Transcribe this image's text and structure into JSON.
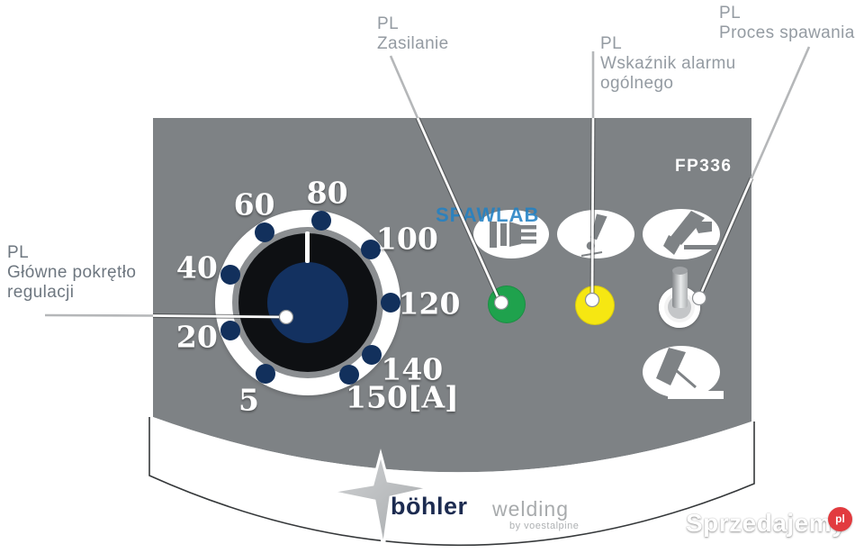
{
  "annotations": {
    "knob": {
      "lang": "PL",
      "line1": "Główne pokrętło",
      "line2": "regulacji"
    },
    "power": {
      "lang": "PL",
      "line1": "Zasilanie",
      "line2": ""
    },
    "alarm": {
      "lang": "PL",
      "line1": "Wskaźnik alarmu",
      "line2": "ogólnego"
    },
    "process": {
      "lang": "PL",
      "line1": "Proces spawania",
      "line2": ""
    }
  },
  "panel": {
    "model": "FP336",
    "watermark": "SPAWLAB",
    "dial": {
      "unit": "A",
      "scale": [
        {
          "value": 5,
          "label": "5",
          "angle": 211
        },
        {
          "value": 20,
          "label": "20",
          "angle": 250
        },
        {
          "value": 40,
          "label": "40",
          "angle": 290
        },
        {
          "value": 60,
          "label": "60",
          "angle": 328.5
        },
        {
          "value": 80,
          "label": "80",
          "angle": 369.5
        },
        {
          "value": 100,
          "label": "100",
          "angle": 410
        },
        {
          "value": 120,
          "label": "120",
          "angle": 450
        },
        {
          "value": 140,
          "label": "140",
          "angle": 489
        },
        {
          "value": 150,
          "label": "150[A]",
          "angle": 510.3
        }
      ]
    },
    "indicators": [
      {
        "name": "power-led",
        "color": "#1fa24d"
      },
      {
        "name": "alarm-led",
        "color": "#f6e712"
      }
    ],
    "icons": [
      "power-plug",
      "general-alarm",
      "mig-torch",
      "mma-electrode"
    ]
  },
  "branding": {
    "brand": "böhler",
    "sub": "welding",
    "byline": "by voestalpine"
  },
  "site_watermark": {
    "text": "Sprzedajemy",
    "suffix": "pl"
  },
  "colors": {
    "panel": "#7e8285",
    "accent_navy": "#133160",
    "brand_navy": "#1c2b50",
    "badge_red": "#e23b3f"
  }
}
